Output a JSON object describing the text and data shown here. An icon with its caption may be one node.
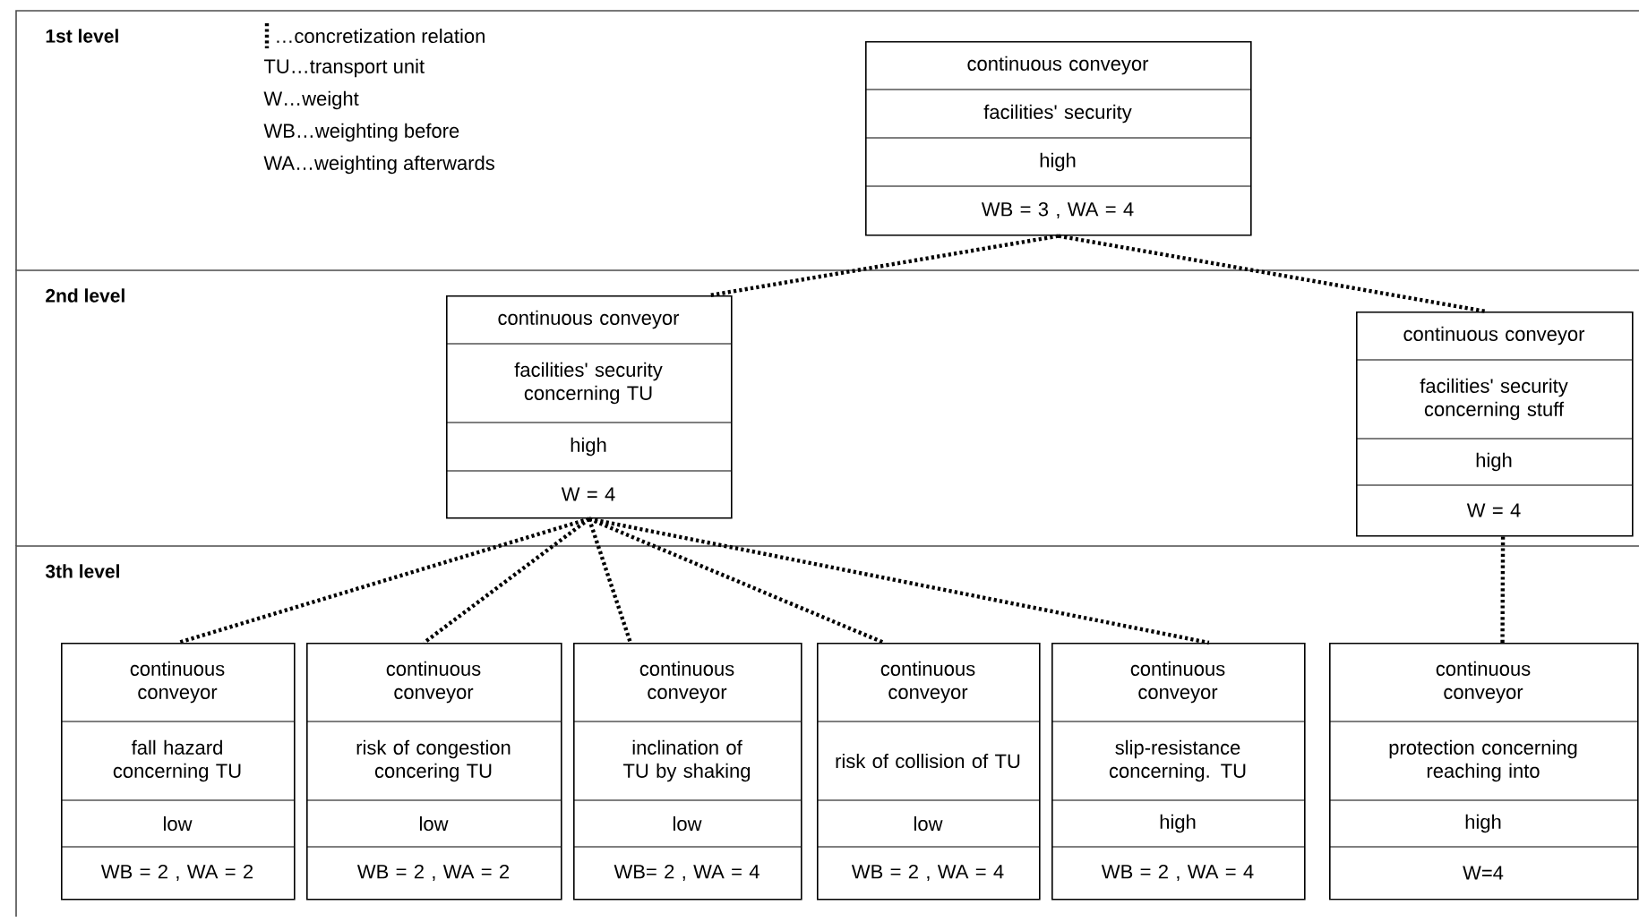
{
  "diagram": {
    "nodes": [
      {
        "text": [
          "1st level"
        ]
      },
      {
        "text": [
          "continuous conveyor",
          "facilities' security",
          "high",
          "WB = 3 , WA = 4"
        ],
        "in": 0
      },
      {
        "text": [
          "2nd level"
        ]
      },
      {
        "text": [
          "continuous conveyor",
          "facilities' security concerning TU",
          "high",
          "W = 4"
        ],
        "in": 2
      },
      {
        "text": [
          "continuous conveyor",
          "facilities' security concerning stuff",
          "high",
          "W = 4"
        ],
        "in": 2
      },
      {
        "text": [
          "3th level"
        ]
      },
      {
        "text": [
          "continuous conveyor",
          "fall hazard concerning TU",
          "low",
          "WB = 2 , WA = 2"
        ],
        "in": 5
      },
      {
        "text": [
          "continuous conveyor",
          "risk of congestion concering TU",
          "low",
          "WB = 2 , WA = 2"
        ],
        "in": 5
      },
      {
        "text": [
          "continuous conveyor",
          "inclination of TU by shaking",
          "low",
          "WB= 2 , WA = 4"
        ],
        "in": 5
      },
      {
        "text": [
          "continuous conveyor",
          "risk of collision of TU",
          "low",
          "WB = 2 , WA = 4"
        ],
        "in": 5
      },
      {
        "text": [
          "continuous conveyor",
          "slip-resistance concerning. TU",
          "high",
          "WB = 2 , WA = 4"
        ],
        "in": 5
      },
      {
        "text": [
          "continuous conveyor",
          "protection concerning reaching into",
          "high",
          "W=4"
        ],
        "in": 5
      }
    ],
    "edges": [
      {
        "from": 1,
        "to": 3,
        "arrow": "none"
      },
      {
        "from": 1,
        "to": 4,
        "arrow": "none"
      },
      {
        "from": 3,
        "to": 6,
        "arrow": "none"
      },
      {
        "from": 3,
        "to": 7,
        "arrow": "none"
      },
      {
        "from": 3,
        "to": 8,
        "arrow": "none"
      },
      {
        "from": 3,
        "to": 9,
        "arrow": "none"
      },
      {
        "from": 3,
        "to": 10,
        "arrow": "none"
      },
      {
        "from": 4,
        "to": 11,
        "arrow": "none"
      }
    ],
    "labels": [
      "TU…transport unit",
      "W…weight",
      "WB…weighting before",
      "WA…weighting afterwards"
    ],
    "legend": [
      {
        "text": "…concretization relation"
      }
    ]
  }
}
